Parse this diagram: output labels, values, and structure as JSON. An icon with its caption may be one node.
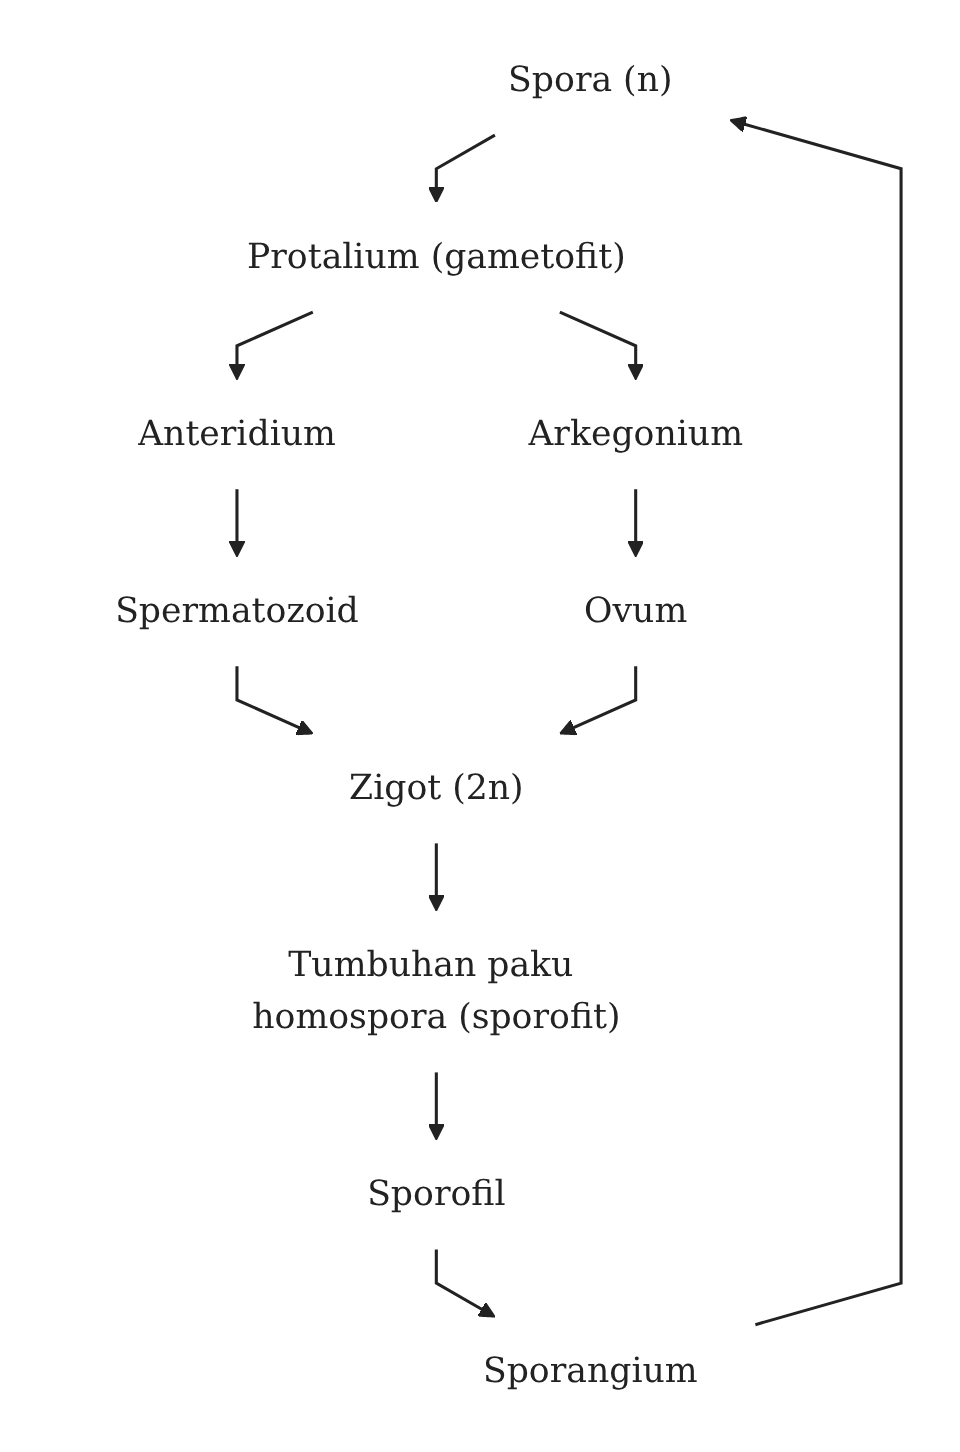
{
  "diagram": {
    "nodes": [
      {
        "text": [
          "Spora (n)"
        ]
      },
      {
        "text": [
          "Protalium (gametofit)"
        ]
      },
      {
        "text": [
          "Anteridium"
        ]
      },
      {
        "text": [
          "Arkegonium"
        ]
      },
      {
        "text": [
          "Spermatozoid"
        ]
      },
      {
        "text": [
          "Ovum"
        ]
      },
      {
        "text": [
          "Zigot (2n)"
        ]
      },
      {
        "text": [
          "Tumbuhan paku homospora (sporofit)"
        ]
      },
      {
        "text": [
          "Sporofil"
        ]
      },
      {
        "text": [
          "Sporangium"
        ]
      }
    ],
    "edges": [
      {
        "from": 0,
        "to": 1,
        "arrow": "to"
      },
      {
        "from": 1,
        "to": 2,
        "arrow": "to"
      },
      {
        "from": 1,
        "to": 3,
        "arrow": "to"
      },
      {
        "from": 2,
        "to": 4,
        "arrow": "to"
      },
      {
        "from": 3,
        "to": 5,
        "arrow": "to"
      },
      {
        "from": 4,
        "to": 6,
        "arrow": "to"
      },
      {
        "from": 5,
        "to": 6,
        "arrow": "to"
      },
      {
        "from": 6,
        "to": 7,
        "arrow": "to"
      },
      {
        "from": 7,
        "to": 8,
        "arrow": "to"
      },
      {
        "from": 8,
        "to": 9,
        "arrow": "to"
      },
      {
        "from": 9,
        "to": 0,
        "arrow": "to"
      }
    ]
  }
}
